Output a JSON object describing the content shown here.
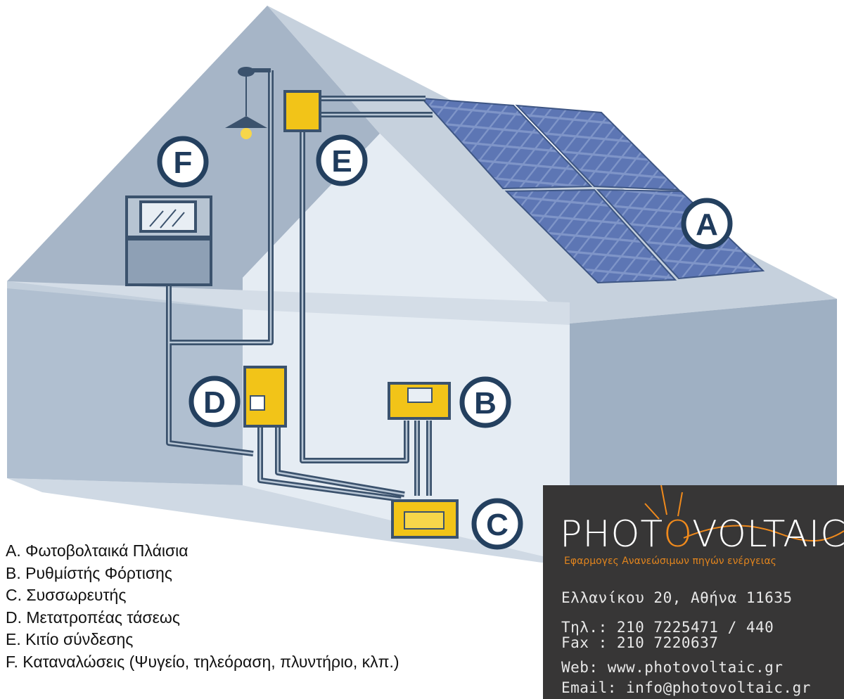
{
  "markers": {
    "A": "A",
    "B": "B",
    "C": "C",
    "D": "D",
    "E": "E",
    "F": "F"
  },
  "legend": [
    "A. Φωτοβολταικά Πλάισια",
    "B. Ρυθμίστής Φόρτισης",
    "C. Συσσωρευτής",
    "D. Μετατροπέας τάσεως",
    "E. Κιτίο σύνδεσης",
    "F. Καταναλώσεις (Ψυγείο, τηλεόραση, πλυντήριο, κλπ.)"
  ],
  "company": {
    "logo_pre": "PHOT",
    "logo_o": "O",
    "logo_post": "VOLTAIC",
    "tagline": "Εφαρμογες Ανανεώσιμων πηγών ενέργειας",
    "address": "Ελλανίκου 20, Αθήνα 11635",
    "phone": "Τηλ.: 210 7225471 / 440",
    "fax": "Fax : 210 7220637",
    "web": "Web: www.photovoltaic.gr",
    "email": "Email: info@photovoltaic.gr"
  },
  "colors": {
    "wire": "#3b526d",
    "yellow": "#f2c418",
    "marker_border": "#24405f",
    "accent": "#f08a1c"
  }
}
